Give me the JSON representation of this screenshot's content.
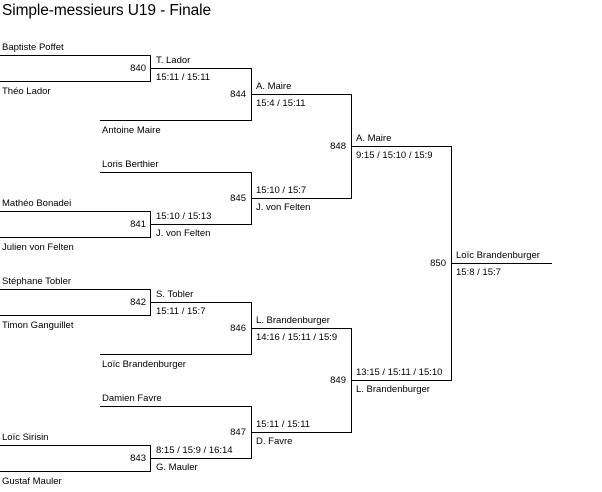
{
  "title": "Simple-messieurs U19 - Finale",
  "round1": [
    {
      "number": "840",
      "player_top": "Baptiste Poffet",
      "player_bottom": "Théo Lador",
      "winner": "T. Lador",
      "score": "15:11 / 15:11"
    },
    {
      "number": "841",
      "player_top": "Mathéo Bonadei",
      "player_bottom": "Julien von Felten",
      "winner": "J. von Felten",
      "score": "15:10 / 15:13"
    },
    {
      "number": "842",
      "player_top": "Stéphane Tobler",
      "player_bottom": "Timon Ganguillet",
      "winner": "S. Tobler",
      "score": "15:11 / 15:7"
    },
    {
      "number": "843",
      "player_top": "Loïc Sirisin",
      "player_bottom": "Gustaf Mauler",
      "winner": "G. Mauler",
      "score": "8:15 / 15:9 / 16:14"
    }
  ],
  "byes": [
    {
      "player": "Antoine Maire"
    },
    {
      "player": "Loris Berthier"
    },
    {
      "player": "Loïc Brandenburger"
    },
    {
      "player": "Damien Favre"
    }
  ],
  "round2": [
    {
      "number": "844",
      "winner": "A. Maire",
      "score": "15:4 / 15:11"
    },
    {
      "number": "845",
      "winner": "J. von Felten",
      "score": "15:10 / 15:7"
    },
    {
      "number": "846",
      "winner": "L. Brandenburger",
      "score": "14:16 / 15:11 / 15:9"
    },
    {
      "number": "847",
      "winner": "D. Favre",
      "score": "15:11 / 15:11"
    }
  ],
  "semifinals": [
    {
      "number": "848",
      "winner": "A. Maire",
      "score": "9:15 / 15:10 / 15:9"
    },
    {
      "number": "849",
      "winner": "L. Brandenburger",
      "score": "13:15 / 15:11 / 15:10"
    }
  ],
  "final": {
    "number": "850",
    "winner": "Loïc Brandenburger",
    "score": "15:8 / 15:7"
  }
}
